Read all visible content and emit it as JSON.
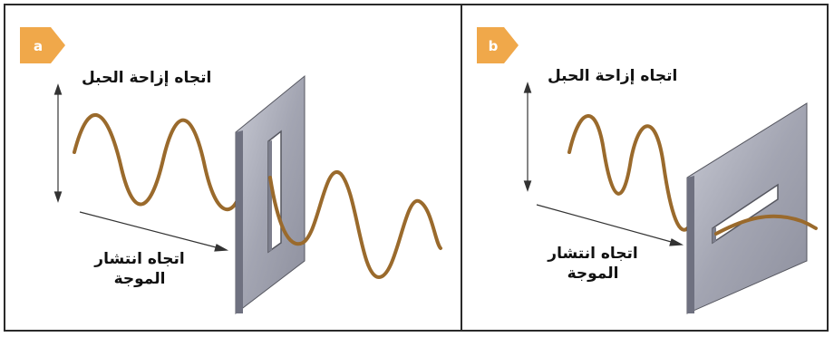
{
  "panels": [
    {
      "id": "a",
      "badge": "a",
      "displacement_label": "اتجاه إزاحة الحبل",
      "propagation_label_line1": "اتجاه انتشار",
      "propagation_label_line2": "الموجة",
      "slit_orientation": "vertical",
      "wave_passes_through": true
    },
    {
      "id": "b",
      "badge": "b",
      "displacement_label": "اتجاه إزاحة الحبل",
      "propagation_label_line1": "اتجاه انتشار",
      "propagation_label_line2": "الموجة",
      "slit_orientation": "horizontal",
      "wave_passes_through": false
    }
  ],
  "colors": {
    "badge_fill": "#f0a84a",
    "rope": "#9a6a2c",
    "plate_front": "#a7a9b6",
    "plate_edge": "#6f7180",
    "border": "#2a2a2a"
  }
}
